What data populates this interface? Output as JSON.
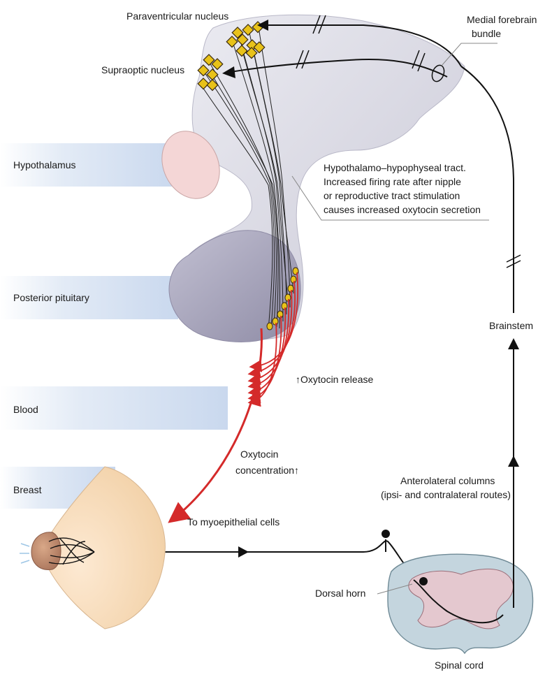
{
  "labels": {
    "paraventricular": "Paraventricular nucleus",
    "supraoptic": "Supraoptic nucleus",
    "medial_forebrain_1": "Medial forebrain",
    "medial_forebrain_2": "bundle",
    "tract_1": "Hypothalamo–hypophyseal tract.",
    "tract_2": "Increased firing rate after nipple",
    "tract_3": "or reproductive tract stimulation",
    "tract_4": "causes increased oxytocin secretion",
    "oxytocin_release": "↑Oxytocin release",
    "concentration_1": "Oxytocin",
    "concentration_2": "concentration↑",
    "myoepithelial": "To myoepithelial cells",
    "brainstem": "Brainstem",
    "anterolateral_1": "Anterolateral columns",
    "anterolateral_2": "(ipsi- and contralateral routes)",
    "dorsal_horn": "Dorsal horn",
    "spinal_cord": "Spinal cord"
  },
  "regions": {
    "hypothalamus": "Hypothalamus",
    "posterior_pituitary": "Posterior pituitary",
    "blood": "Blood",
    "breast": "Breast"
  },
  "colors": {
    "region_band": "#cfdcef",
    "brain": "#d9d8e3",
    "pituitary": "#a8a6bd",
    "mammillary": "#f2d3d3",
    "blood_arrow": "#d42a2a",
    "neuron_fill": "#e8c21a",
    "spinal_outer": "#c9d8e0",
    "spinal_inner": "#e4c8cf",
    "skin": "#f8dfbf"
  }
}
